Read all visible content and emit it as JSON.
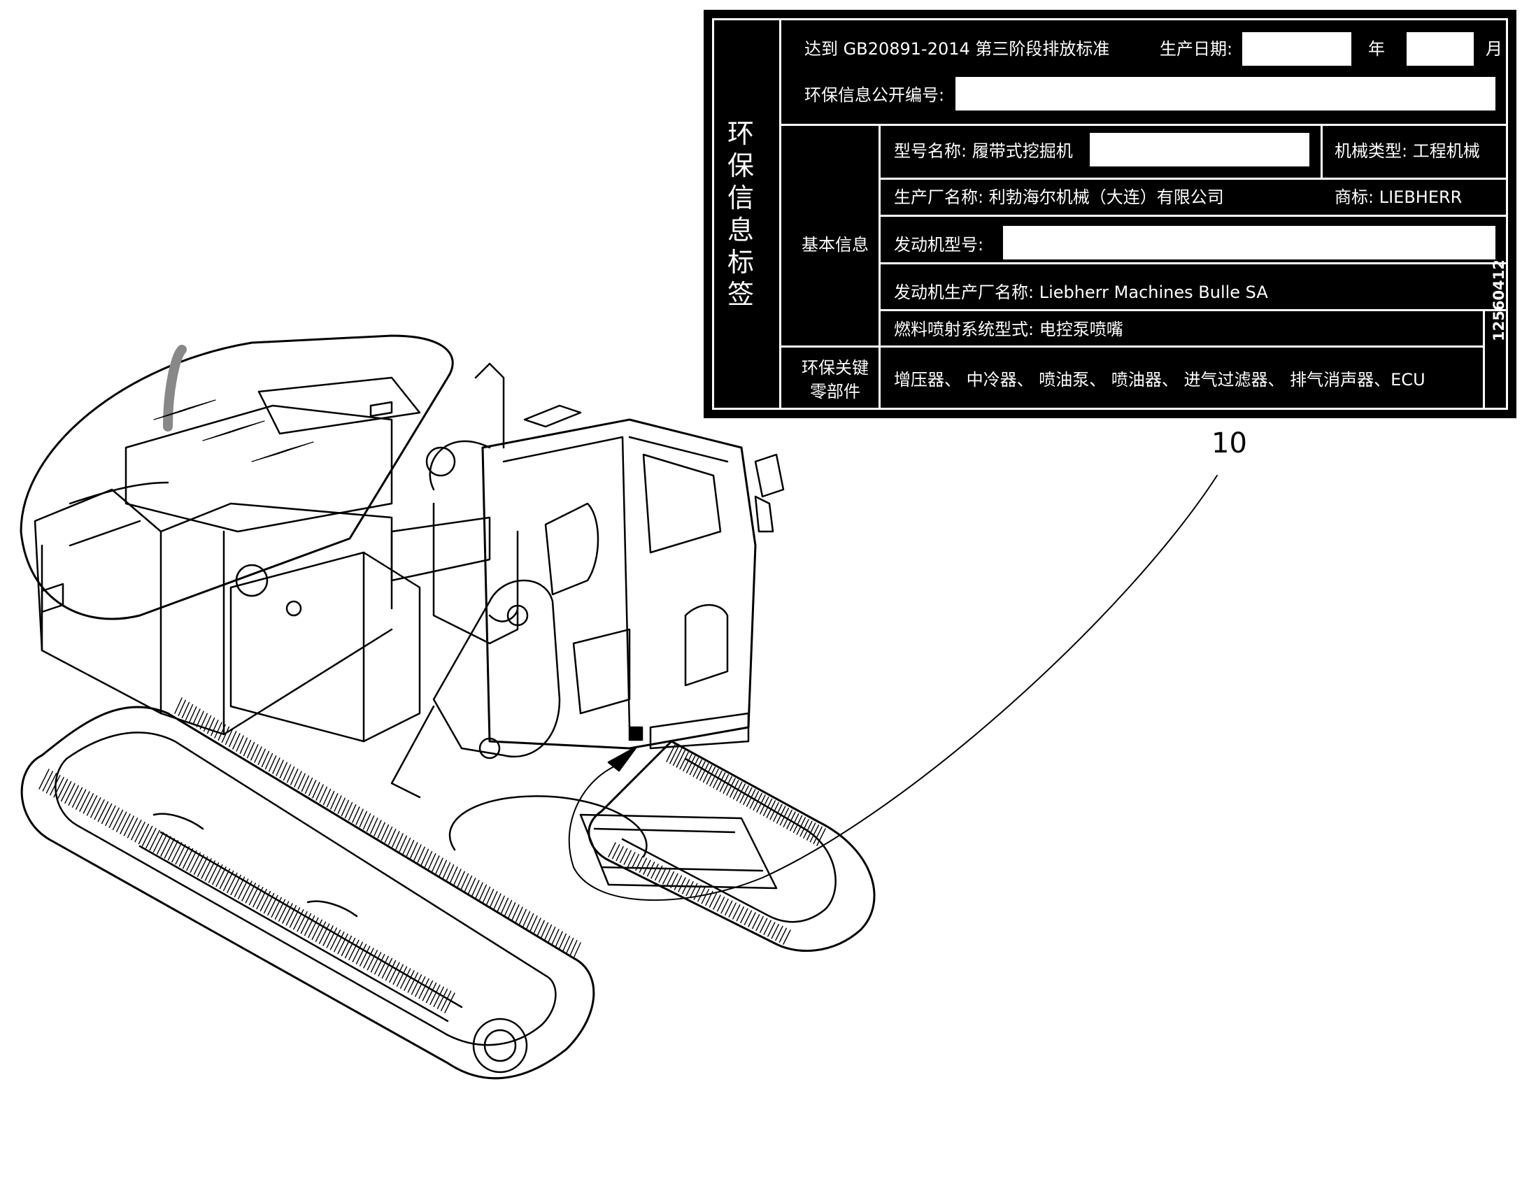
{
  "label": {
    "vertical_title": "环\n保\n信\n息\n标\n签",
    "standard": "达到 GB20891-2014 第三阶段排放标准",
    "production_date": {
      "label": "生产日期:",
      "year_unit": "年",
      "month_unit": "月",
      "year": "",
      "month": ""
    },
    "info_number": {
      "label": "环保信息公开编号:",
      "value": ""
    },
    "basic_info_heading": "基本信息",
    "model_name": {
      "label": "型号名称: 履带式挖掘机",
      "value": ""
    },
    "machine_type": "机械类型: 工程机械",
    "manufacturer": "生产厂名称: 利勃海尔机械（大连）有限公司",
    "brand": "商标: LIEBHERR",
    "engine_model": {
      "label": "发动机型号:",
      "value": ""
    },
    "engine_manufacturer": "发动机生产厂名称: Liebherr Machines Bulle SA",
    "fuel_injection": "燃料喷射系统型式: 电控泵喷嘴",
    "key_parts_heading_line1": "环保关键",
    "key_parts_heading_line2": "零部件",
    "key_parts": "增压器、 中冷器、 喷油泵、 喷油器、 进气过滤器、 排气消声器、ECU",
    "document_code": "12560412"
  },
  "callout": {
    "number": "10"
  },
  "colors": {
    "plate": "#000000",
    "text_on_plate": "#ffffff",
    "line_art": "#000000"
  }
}
